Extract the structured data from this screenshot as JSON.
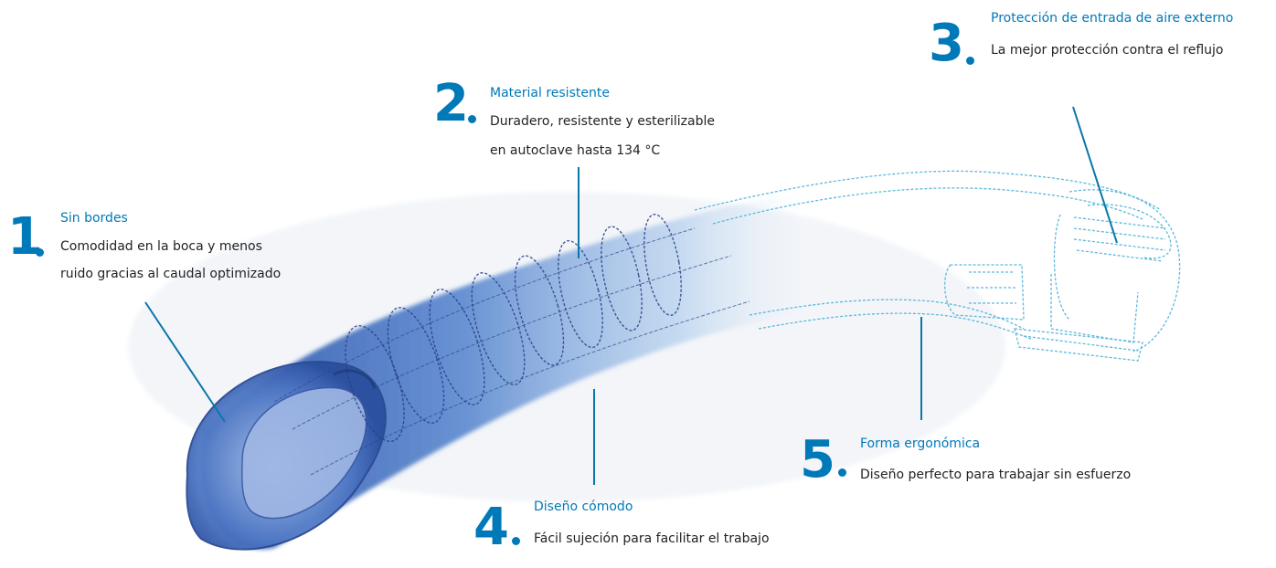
{
  "colors": {
    "accent": "#0079b8",
    "leader": "#0a77a8",
    "tip_dark": "#2a52a8",
    "tip_mid": "#4f80cc",
    "wire_light": "#58b8dc",
    "text": "#222222"
  },
  "callouts": [
    {
      "number": "1",
      "title": "Sin bordes",
      "lines": [
        "Comodidad en la boca y menos",
        "ruido gracias al caudal optimizado"
      ]
    },
    {
      "number": "2",
      "title": "Material resistente",
      "lines": [
        "Duradero, resistente y esterilizable",
        "en autoclave hasta 134 °C"
      ]
    },
    {
      "number": "3",
      "title": "Protección de entrada de aire externo",
      "lines": [
        "La mejor protección contra el reflujo"
      ]
    },
    {
      "number": "4",
      "title": "Diseño cómodo",
      "lines": [
        "Fácil sujeción para facilitar el trabajo"
      ]
    },
    {
      "number": "5",
      "title": "Forma ergonómica",
      "lines": [
        "Diseño perfecto para trabajar sin esfuerzo"
      ]
    }
  ]
}
